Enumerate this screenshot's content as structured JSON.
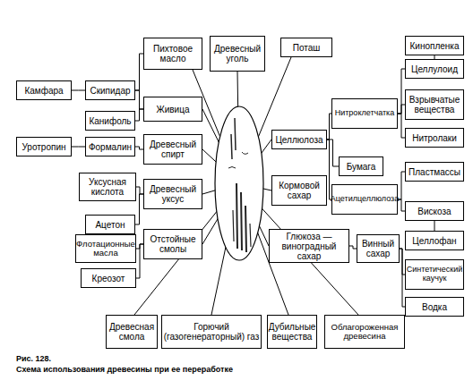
{
  "diagram": {
    "caption": "Схема использования древесины при ее переработке",
    "nodes": [
      {
        "text": [
          "Пихтовое масло"
        ]
      },
      {
        "text": [
          "Древесный уголь"
        ]
      },
      {
        "text": [
          "Поташ"
        ]
      },
      {
        "text": [
          "Камфара"
        ]
      },
      {
        "text": [
          "Скипидар"
        ]
      },
      {
        "text": [
          "Живица"
        ]
      },
      {
        "text": [
          "Канифоль"
        ]
      },
      {
        "text": [
          "Уротропин"
        ]
      },
      {
        "text": [
          "Формалин"
        ]
      },
      {
        "text": [
          "Древесный спирт"
        ]
      },
      {
        "text": [
          "Уксусная кислота"
        ]
      },
      {
        "text": [
          "Древесный уксус"
        ]
      },
      {
        "text": [
          "Ацетон"
        ]
      },
      {
        "text": [
          "Флотационные масла"
        ]
      },
      {
        "text": [
          "Отстойные смолы"
        ]
      },
      {
        "text": [
          "Креозот"
        ]
      },
      {
        "text": [
          "Кинопленка"
        ]
      },
      {
        "text": [
          "Целлулоид"
        ]
      },
      {
        "text": [
          "Нитроклетчатка"
        ]
      },
      {
        "text": [
          "Взрывчатые вещества"
        ]
      },
      {
        "text": [
          "Нитролаки"
        ]
      },
      {
        "text": [
          "Целлюлоза"
        ]
      },
      {
        "text": [
          "Бумага"
        ]
      },
      {
        "text": [
          "Кормовой сахар"
        ]
      },
      {
        "text": [
          "Ацетилцеллюлоза"
        ]
      },
      {
        "text": [
          "Пластмассы"
        ]
      },
      {
        "text": [
          "Вискоза"
        ]
      },
      {
        "text": [
          "Целлофан"
        ]
      },
      {
        "text": [
          "Глюкоза — виноградный сахар"
        ]
      },
      {
        "text": [
          "Винный сахар"
        ]
      },
      {
        "text": [
          "Синтетический каучук"
        ]
      },
      {
        "text": [
          "Водка"
        ]
      },
      {
        "text": [
          "Древесная смола"
        ]
      },
      {
        "text": [
          "Горючий (газогенераторный) газ"
        ]
      },
      {
        "text": [
          "Дубильные вещества"
        ]
      },
      {
        "text": [
          "Облагороженная древесина"
        ]
      }
    ],
    "edges": [
      {
        "from": 5,
        "to": 4,
        "arrow": "none"
      },
      {
        "from": 5,
        "to": 6,
        "arrow": "none"
      },
      {
        "from": 0,
        "to": 4,
        "arrow": "none"
      },
      {
        "from": 4,
        "to": 3,
        "arrow": "none"
      },
      {
        "from": 9,
        "to": 8,
        "arrow": "none"
      },
      {
        "from": 8,
        "to": 7,
        "arrow": "none"
      },
      {
        "from": 11,
        "to": 10,
        "arrow": "none"
      },
      {
        "from": 11,
        "to": 12,
        "arrow": "none"
      },
      {
        "from": 14,
        "to": 13,
        "arrow": "none"
      },
      {
        "from": 14,
        "to": 15,
        "arrow": "none"
      },
      {
        "from": 21,
        "to": 18,
        "arrow": "none"
      },
      {
        "from": 21,
        "to": 22,
        "arrow": "none"
      },
      {
        "from": 21,
        "to": 24,
        "arrow": "none"
      },
      {
        "from": 18,
        "to": 17,
        "arrow": "none"
      },
      {
        "from": 18,
        "to": 19,
        "arrow": "none"
      },
      {
        "from": 18,
        "to": 20,
        "arrow": "none"
      },
      {
        "from": 17,
        "to": 16,
        "arrow": "none"
      },
      {
        "from": 24,
        "to": 25,
        "arrow": "none"
      },
      {
        "from": 24,
        "to": 26,
        "arrow": "none"
      },
      {
        "from": 26,
        "to": 27,
        "arrow": "none"
      },
      {
        "from": 28,
        "to": 29,
        "arrow": "none"
      },
      {
        "from": 29,
        "to": 30,
        "arrow": "none"
      },
      {
        "from": 29,
        "to": 31,
        "arrow": "none"
      }
    ],
    "labels": [
      "Рис. 128."
    ]
  }
}
